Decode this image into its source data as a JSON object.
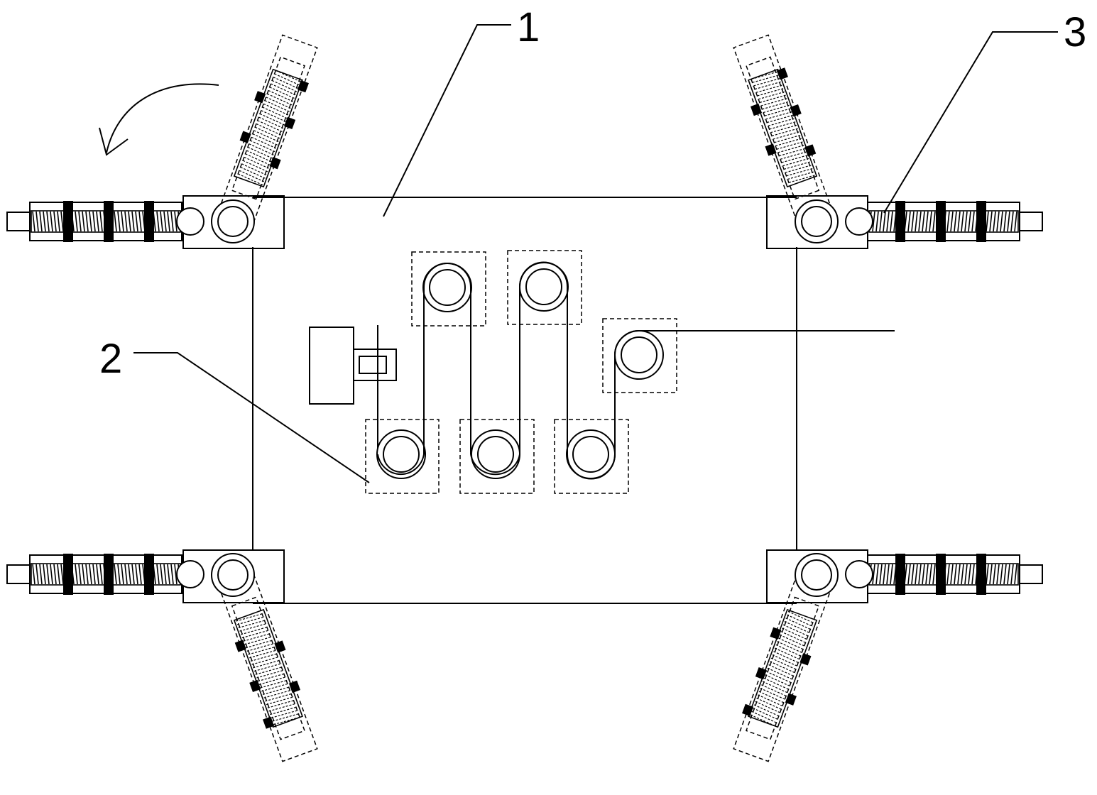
{
  "callouts": {
    "frame": "1",
    "roller_assembly": "2",
    "telescopic_arm": "3"
  },
  "colors": {
    "line": "#000000",
    "background": "#ffffff"
  },
  "icons": {
    "rotation_arrow": "curved-arrow-icon"
  }
}
